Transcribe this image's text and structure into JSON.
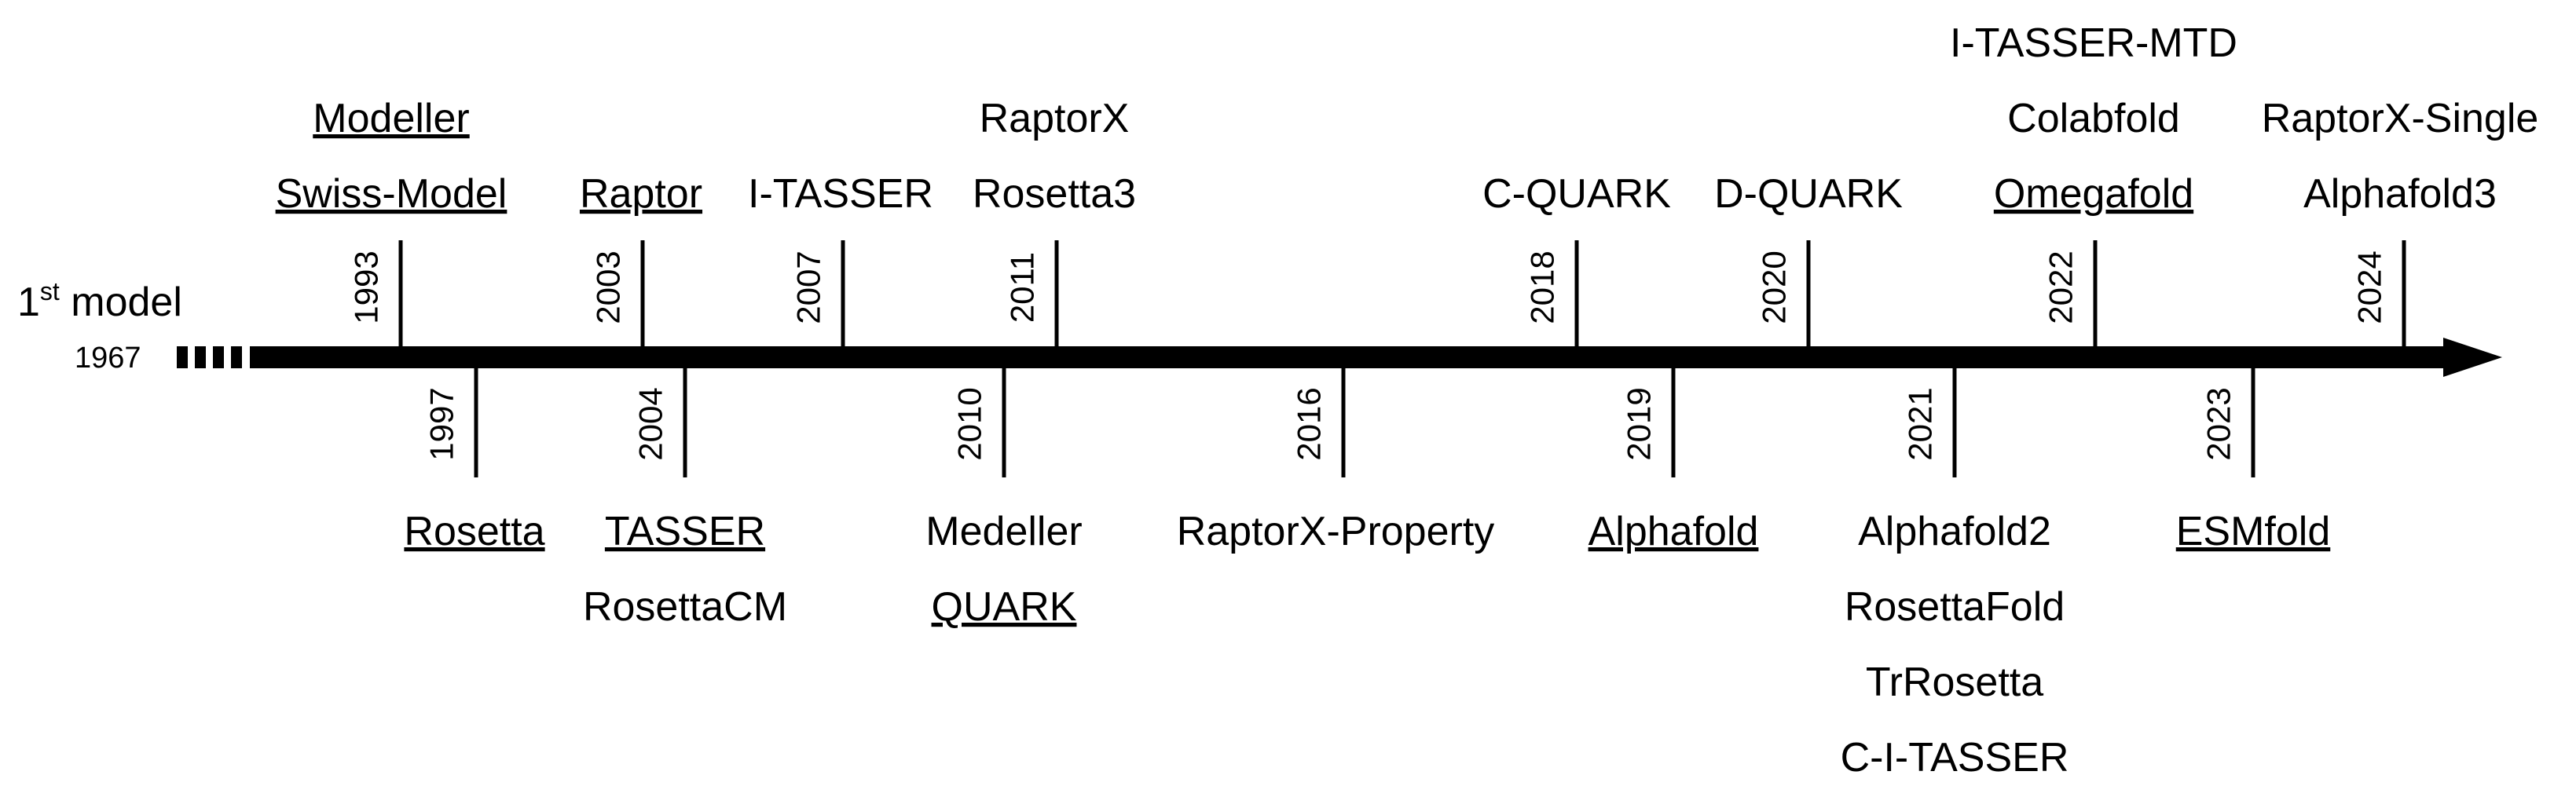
{
  "origin": {
    "label_main": "1",
    "label_sup": "st",
    "label_rest": " model",
    "year": "1967"
  },
  "events_above": [
    {
      "year": "1993",
      "methods": [
        {
          "name": "Modeller",
          "underlined": true
        },
        {
          "name": "Swiss-Model",
          "underlined": true
        }
      ]
    },
    {
      "year": "2003",
      "methods": [
        {
          "name": "Raptor",
          "underlined": true
        }
      ]
    },
    {
      "year": "2007",
      "methods": [
        {
          "name": "I-TASSER",
          "underlined": false
        }
      ]
    },
    {
      "year": "2011",
      "methods": [
        {
          "name": "RaptorX",
          "underlined": false
        },
        {
          "name": "Rosetta3",
          "underlined": false
        }
      ]
    },
    {
      "year": "2018",
      "methods": [
        {
          "name": "C-QUARK",
          "underlined": false
        }
      ]
    },
    {
      "year": "2020",
      "methods": [
        {
          "name": "D-QUARK",
          "underlined": false
        }
      ]
    },
    {
      "year": "2022",
      "methods": [
        {
          "name": "I-TASSER-MTD",
          "underlined": false
        },
        {
          "name": "Colabfold",
          "underlined": false
        },
        {
          "name": "Omegafold",
          "underlined": true
        }
      ]
    },
    {
      "year": "2024",
      "methods": [
        {
          "name": "RaptorX-Single",
          "underlined": false
        },
        {
          "name": "Alphafold3",
          "underlined": false
        }
      ]
    }
  ],
  "events_below": [
    {
      "year": "1997",
      "methods": [
        {
          "name": "Rosetta",
          "underlined": true
        }
      ]
    },
    {
      "year": "2004",
      "methods": [
        {
          "name": "TASSER",
          "underlined": true
        },
        {
          "name": "RosettaCM",
          "underlined": false
        }
      ]
    },
    {
      "year": "2010",
      "methods": [
        {
          "name": "Medeller",
          "underlined": false
        },
        {
          "name": "QUARK",
          "underlined": true
        }
      ]
    },
    {
      "year": "2016",
      "methods": [
        {
          "name": "RaptorX-Property",
          "underlined": false
        }
      ]
    },
    {
      "year": "2019",
      "methods": [
        {
          "name": "Alphafold",
          "underlined": true
        }
      ]
    },
    {
      "year": "2021",
      "methods": [
        {
          "name": "Alphafold2",
          "underlined": false
        },
        {
          "name": "RosettaFold",
          "underlined": false
        },
        {
          "name": "TrRosetta",
          "underlined": false
        },
        {
          "name": "C-I-TASSER",
          "underlined": false
        }
      ]
    },
    {
      "year": "2023",
      "methods": [
        {
          "name": "ESMfold",
          "underlined": true
        }
      ]
    }
  ]
}
